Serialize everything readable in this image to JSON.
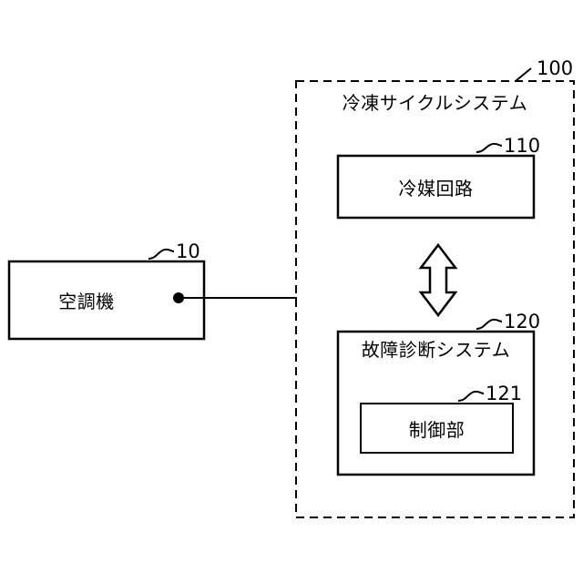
{
  "figure": {
    "title_hidden": "",
    "outer_system": {
      "label": "冷凍サイクルシステム",
      "ref": "100",
      "border_style": "dashed"
    },
    "blocks": [
      {
        "id": "refrigerant-circuit",
        "label": "冷媒回路",
        "ref": "110"
      },
      {
        "id": "fault-diagnosis-system",
        "label": "故障診断システム",
        "ref": "120"
      },
      {
        "id": "control-unit",
        "label": "制御部",
        "ref": "121"
      },
      {
        "id": "air-conditioner",
        "label": "空調機",
        "ref": "10"
      }
    ],
    "connector": {
      "type": "double-headed-vertical-arrow",
      "between": [
        "冷媒回路",
        "故障診断システム"
      ]
    },
    "link_line": {
      "type": "solid-line-with-node",
      "from": "空調機",
      "to": "冷凍サイクルシステム"
    },
    "colors": {
      "stroke": "#000000",
      "background": "#ffffff",
      "node_fill": "#000000"
    }
  }
}
